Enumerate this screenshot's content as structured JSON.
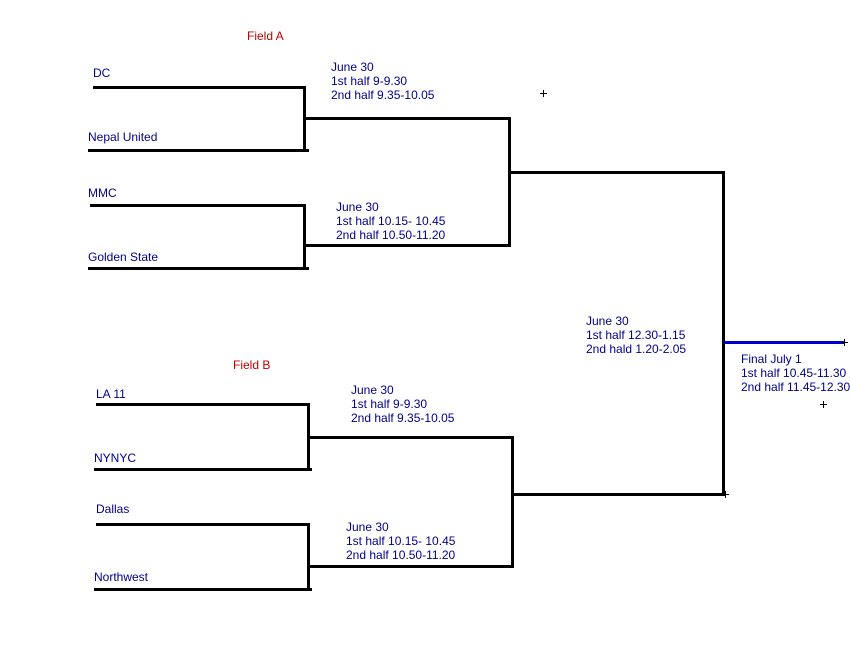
{
  "colors": {
    "background": "#ffffff",
    "line": "#000000",
    "final_line": "#0000cc",
    "team_text": "#00008b",
    "field_text": "#c00000"
  },
  "fields": {
    "a": "Field A",
    "b": "Field B"
  },
  "teams": {
    "dc": "DC",
    "nepal": "Nepal United",
    "mmc": "MMC",
    "golden": "Golden State",
    "la11": "LA 11",
    "nynyc": "NYNYC",
    "dallas": "Dallas",
    "northwest": "Northwest"
  },
  "schedules": {
    "a1": [
      "June 30",
      "1st half 9-9.30",
      "2nd half 9.35-10.05"
    ],
    "a2": [
      "June 30",
      "1st half 10.15- 10.45",
      "2nd half 10.50-11.20"
    ],
    "semi": [
      "June 30",
      "1st half 12.30-1.15",
      "2nd hald 1.20-2.05"
    ],
    "final": [
      "Final July 1",
      "1st half 10.45-11.30",
      "2nd half 11.45-12.30"
    ],
    "b1": [
      "June 30",
      "1st half 9-9.30",
      "2nd half 9.35-10.05"
    ],
    "b2": [
      "June 30",
      "1st half 10.15- 10.45",
      "2nd half 10.50-11.20"
    ]
  }
}
